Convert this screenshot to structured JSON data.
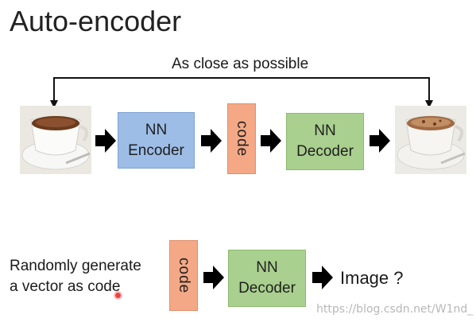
{
  "title": "Auto-encoder",
  "feedback_label": "As close as possible",
  "top_row": {
    "input_image": "coffee-cup-photo",
    "encoder_line1": "NN",
    "encoder_line2": "Encoder",
    "code": "code",
    "decoder_line1": "NN",
    "decoder_line2": "Decoder",
    "output_image": "reconstructed-coffee-cup-photo"
  },
  "bottom_row": {
    "randomly_line1": "Randomly generate",
    "randomly_line2": "a vector as code",
    "code": "code",
    "decoder_line1": "NN",
    "decoder_line2": "Decoder",
    "image_q": "Image ?"
  },
  "watermark": "https://blog.csdn.net/W1nd_",
  "colors": {
    "encoder": "#9dbde6",
    "code": "#f4a886",
    "decoder": "#a9d08e"
  }
}
